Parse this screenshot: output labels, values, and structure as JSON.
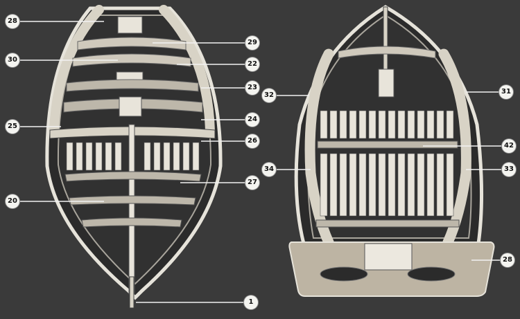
{
  "callouts": [
    "28",
    "29",
    "30",
    "22",
    "23",
    "32",
    "31",
    "24",
    "25",
    "26",
    "42",
    "34",
    "33",
    "27",
    "20",
    "28",
    "1"
  ],
  "colors": {
    "background": "#3a3a3a",
    "hull_outline": "#e6e3da",
    "frame_wood": "#cfc9bc",
    "slat_wood": "#e8e4da",
    "shadow": "#1e1e1e",
    "leader_line": "#f2f2f2",
    "callout_fill": "#f4f4f0"
  }
}
